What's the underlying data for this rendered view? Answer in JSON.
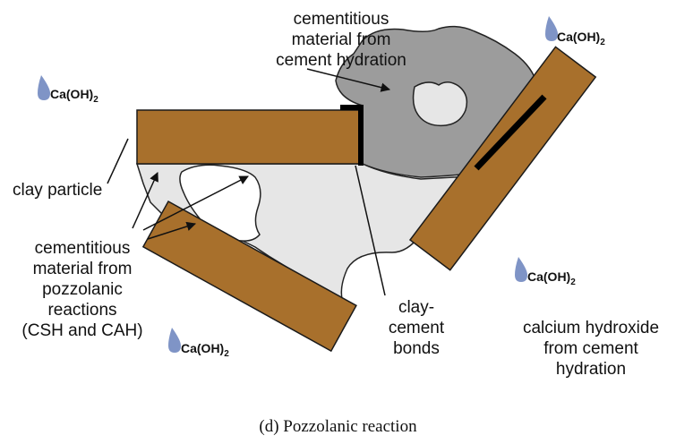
{
  "labels": {
    "cement_hydration_material": "cementitious\nmaterial from\ncement hydration",
    "clay_particle": "clay particle",
    "pozzolanic_material": "cementitious\nmaterial from\npozzolanic\nreactions\n(CSH and CAH)",
    "clay_cement_bonds": "clay-\ncement\nbonds",
    "calcium_hydroxide": "calcium hydroxide\nfrom cement\nhydration"
  },
  "chemical": {
    "base": "Ca(OH)",
    "subscript": "2"
  },
  "caption": "(d) Pozzolanic reaction",
  "colors": {
    "clay": "#a8702c",
    "clay_outline": "#1a1a1a",
    "cement_hydration": "#9c9c9c",
    "pozzolanic": "#e6e6e6",
    "droplet": "#7f94c6",
    "bond": "#000000"
  }
}
